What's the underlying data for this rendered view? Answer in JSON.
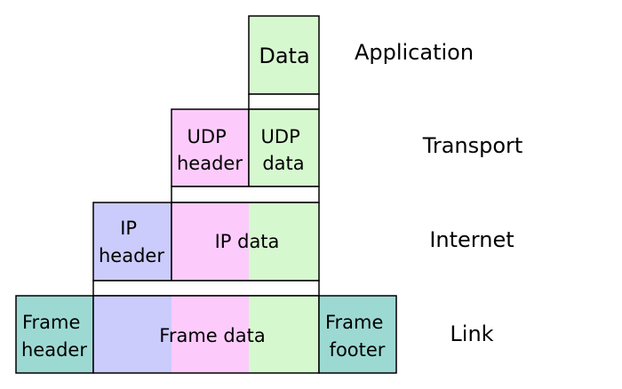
{
  "layers": {
    "application": "Application",
    "transport": "Transport",
    "internet": "Internet",
    "link": "Link"
  },
  "blocks": {
    "data": "Data",
    "udp_header": [
      "UDP",
      "header"
    ],
    "udp_data": [
      "UDP",
      "data"
    ],
    "ip_header": [
      "IP",
      "header"
    ],
    "ip_data": "IP data",
    "frame_header": [
      "Frame",
      "header"
    ],
    "frame_data": "Frame data",
    "frame_footer": [
      "Frame",
      "footer"
    ]
  },
  "colors": {
    "application": "#d6f8cf",
    "udp": "#fccbfc",
    "ip": "#cbcbfc",
    "frame": "#9dd9d3",
    "stroke": "#000000"
  }
}
